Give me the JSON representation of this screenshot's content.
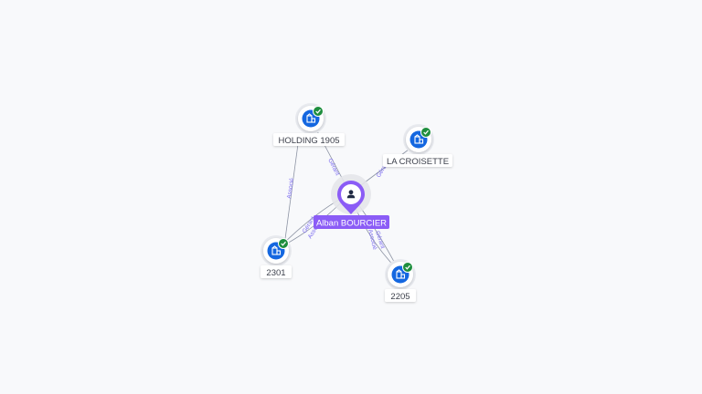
{
  "colors": {
    "background": "#f8f9fb",
    "company_blue": "#1467e0",
    "check_green": "#1e8e3e",
    "person_purple": "#8b5cf6",
    "edge_gray": "#8c93a3",
    "edge_label": "#7c6cf0"
  },
  "graph": {
    "center": {
      "name": "Alban BOURCIER",
      "icon": "person-icon"
    },
    "companies": [
      {
        "id": "holding",
        "name": "HOLDING 1905",
        "icon": "building-icon",
        "verified": true
      },
      {
        "id": "croisette",
        "name": "LA CROISETTE",
        "icon": "building-icon",
        "verified": true
      },
      {
        "id": "c2301",
        "name": "2301",
        "icon": "building-icon",
        "verified": true
      },
      {
        "id": "c2205",
        "name": "2205",
        "icon": "building-icon",
        "verified": true
      }
    ],
    "edges": [
      {
        "from": "center",
        "to": "holding",
        "label": "Gérant"
      },
      {
        "from": "center",
        "to": "croisette",
        "label": "Gérant"
      },
      {
        "from": "center",
        "to": "c2301",
        "label": "Gérant"
      },
      {
        "from": "center",
        "to": "c2301",
        "label": "Associé"
      },
      {
        "from": "center",
        "to": "c2205",
        "label": "Gérant"
      },
      {
        "from": "center",
        "to": "c2205",
        "label": "Associé"
      },
      {
        "from": "holding",
        "to": "c2301",
        "label": "Associé"
      }
    ]
  }
}
